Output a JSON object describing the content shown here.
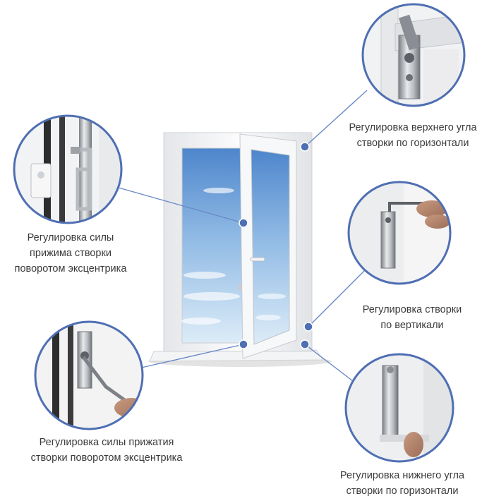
{
  "colors": {
    "accent": "#4f6fb3",
    "connector": "#6a8ac8",
    "caption_text": "#3a3a3a",
    "sky_top": "#5a8fd0",
    "sky_bottom": "#d8e9f6",
    "frame": "#f4f5f6"
  },
  "callouts": [
    {
      "id": "top-hinge",
      "lines": [
        "Регулировка верхнего угла",
        "створки по горизонтали"
      ],
      "icon": "top-hinge-icon"
    },
    {
      "id": "eccentric-left",
      "lines": [
        "Регулировка силы",
        "прижима створки",
        "поворотом эксцентрика"
      ],
      "icon": "eccentric-handle-icon"
    },
    {
      "id": "vertical",
      "lines": [
        "Регулировка створки",
        "по вертикали"
      ],
      "icon": "hex-key-vertical-icon"
    },
    {
      "id": "eccentric-bottom",
      "lines": [
        "Регулировка силы прижатия",
        "створки поворотом эксцентрика"
      ],
      "icon": "hex-key-eccentric-icon"
    },
    {
      "id": "bottom-hinge",
      "lines": [
        "Регулировка нижнего угла",
        "створки по горизонтали"
      ],
      "icon": "bottom-hinge-icon"
    }
  ]
}
